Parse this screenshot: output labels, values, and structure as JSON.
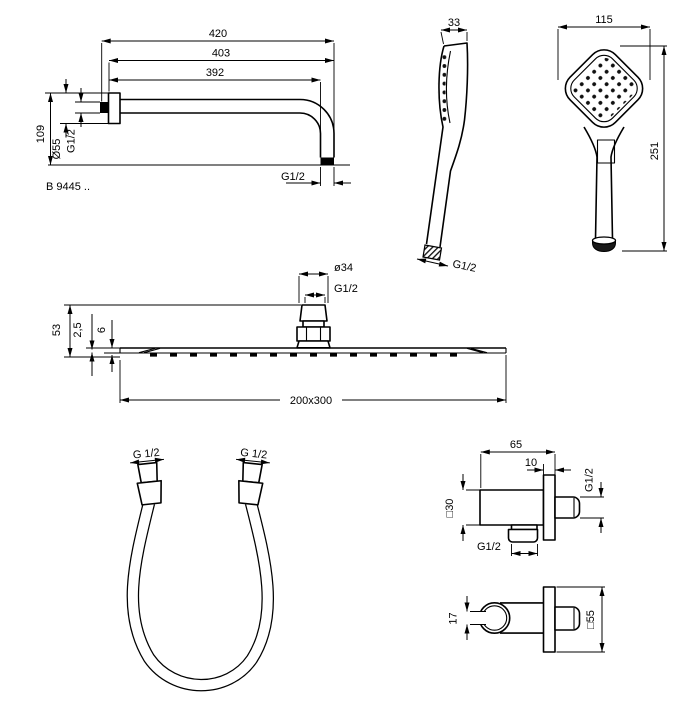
{
  "colors": {
    "line": "#000000",
    "background": "#ffffff",
    "fill_dark": "#000000"
  },
  "arm": {
    "dim_420": "420",
    "dim_403": "403",
    "dim_392": "392",
    "dim_109": "109",
    "dim_dia55": "Ø55",
    "thread_wall": "G1/2",
    "thread_outlet": "G1/2",
    "model": "B 9445 .."
  },
  "hand_shower_side": {
    "dim_33": "33",
    "thread": "G1/2"
  },
  "hand_shower_front": {
    "dim_115": "115",
    "dim_251": "251"
  },
  "rain_head": {
    "dim_dia34": "ø34",
    "thread": "G1/2",
    "dim_53": "53",
    "dim_2_5": "2,5",
    "dim_6": "6",
    "dim_size": "200x300"
  },
  "hose": {
    "thread_left": "G 1/2",
    "thread_right": "G 1/2"
  },
  "elbow": {
    "dim_65": "65",
    "dim_10": "10",
    "dim_sq30": "□30",
    "thread_out": "G1/2",
    "thread_bottom": "G1/2"
  },
  "bracket": {
    "dim_17": "17",
    "dim_sq55": "□55"
  }
}
